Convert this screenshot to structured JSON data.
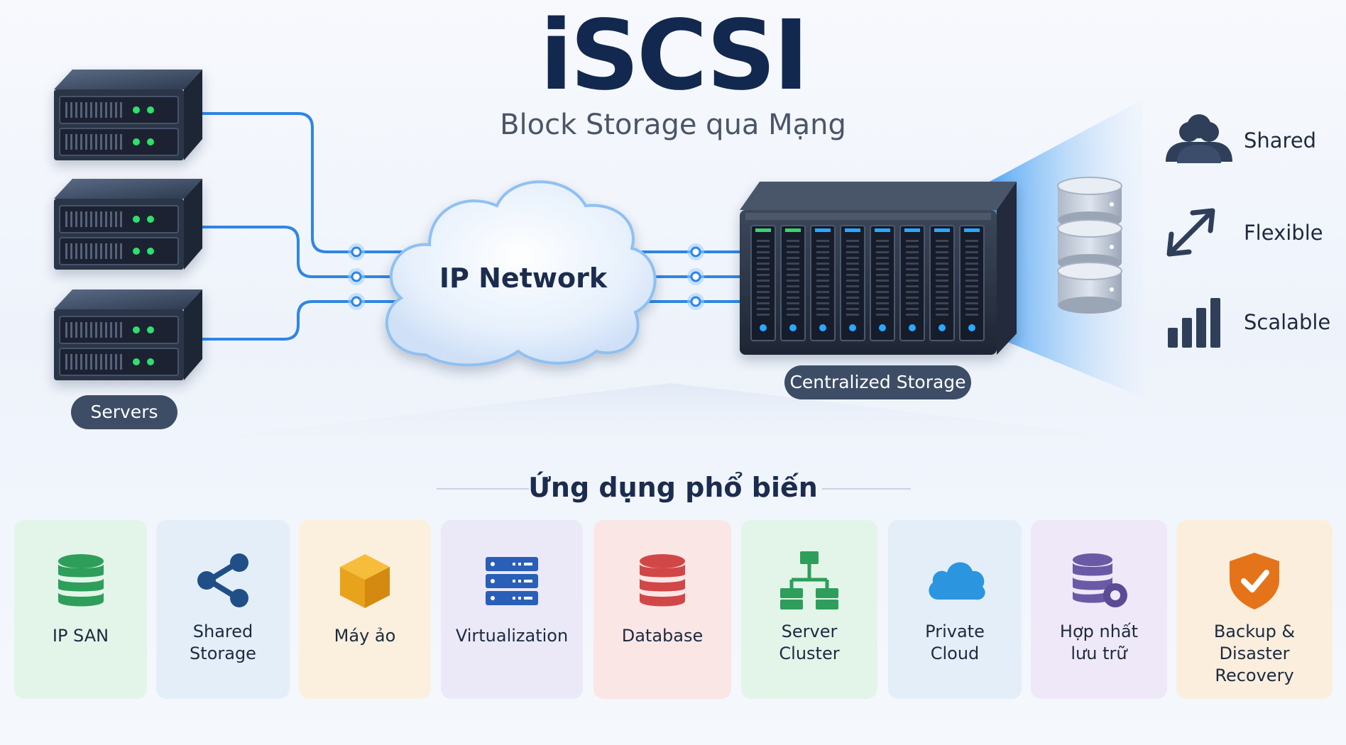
{
  "title": "iSCSI",
  "subtitle": "Block Storage qua Mạng",
  "network_label": "IP Network",
  "servers_label": "Servers",
  "storage_label": "Centralized Storage",
  "features": [
    {
      "label": "Shared",
      "icon": "users-icon"
    },
    {
      "label": "Flexible",
      "icon": "expand-arrows-icon"
    },
    {
      "label": "Scalable",
      "icon": "bar-chart-icon"
    }
  ],
  "section_title": "Ứng dụng phổ biến",
  "use_cases": [
    {
      "lines": [
        "IP SAN"
      ],
      "icon": "database-icon",
      "bg": "#e3f5e9",
      "color": "#2e9e5b"
    },
    {
      "lines": [
        "Shared",
        "Storage"
      ],
      "icon": "share-icon",
      "bg": "#e4eef9",
      "color": "#1f4f86"
    },
    {
      "lines": [
        "Máy ảo"
      ],
      "icon": "cube-icon",
      "bg": "#fbf0dd",
      "color": "#e9a21c"
    },
    {
      "lines": [
        "Virtualization"
      ],
      "icon": "server-stack-icon",
      "bg": "#ebe9f8",
      "color": "#2a5fb8"
    },
    {
      "lines": [
        "Database"
      ],
      "icon": "database-icon",
      "bg": "#fbe6e6",
      "color": "#d14747"
    },
    {
      "lines": [
        "Server",
        "Cluster"
      ],
      "icon": "network-tree-icon",
      "bg": "#e3f5e9",
      "color": "#2e9e5b"
    },
    {
      "lines": [
        "Private",
        "Cloud"
      ],
      "icon": "cloud-icon",
      "bg": "#e4eef9",
      "color": "#2b95e0"
    },
    {
      "lines": [
        "Hợp nhất",
        "lưu trữ"
      ],
      "icon": "database-gear-icon",
      "bg": "#efe8f8",
      "color": "#6a5aa6"
    },
    {
      "lines": [
        "Backup &",
        "Disaster Recovery"
      ],
      "icon": "shield-check-icon",
      "bg": "#fbeedd",
      "color": "#e5731a"
    }
  ],
  "colors": {
    "title": "#12284f",
    "link": "#2f86e3",
    "pill": "#3d4d66",
    "server_led": "#2ee06c",
    "storage_led": "#2aa8ff"
  }
}
